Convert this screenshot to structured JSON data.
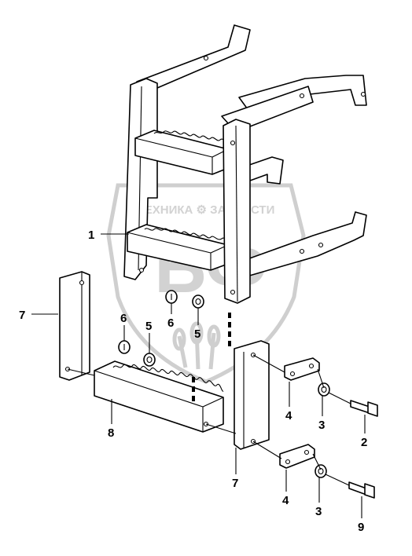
{
  "watermark": {
    "brand_line": "ТЕХНИКА ⚙ ЗАПЧАСТИ",
    "monogram": "БФ"
  },
  "callouts": [
    {
      "id": "c1",
      "text": "1"
    },
    {
      "id": "c7a",
      "text": "7"
    },
    {
      "id": "c6a",
      "text": "6"
    },
    {
      "id": "c5a",
      "text": "5"
    },
    {
      "id": "c6b",
      "text": "6"
    },
    {
      "id": "c5b",
      "text": "5"
    },
    {
      "id": "c8",
      "text": "8"
    },
    {
      "id": "c4a",
      "text": "4"
    },
    {
      "id": "c3a",
      "text": "3"
    },
    {
      "id": "c2",
      "text": "2"
    },
    {
      "id": "c7b",
      "text": "7"
    },
    {
      "id": "c4b",
      "text": "4"
    },
    {
      "id": "c3b",
      "text": "3"
    },
    {
      "id": "c9",
      "text": "9"
    }
  ]
}
